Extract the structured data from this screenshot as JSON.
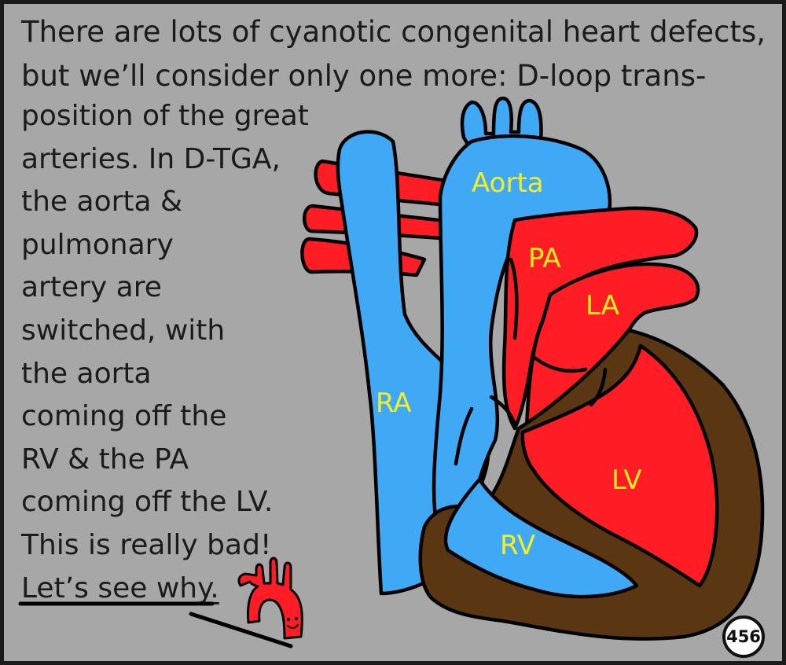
{
  "text": {
    "intro_lines": [
      "There are lots of cyanotic congenital heart defects,",
      "but we’ll consider only one more: D-loop trans-"
    ],
    "body_lines": [
      "position of the great",
      "arteries. In D-TGA,",
      "the aorta &",
      "pulmonary",
      "artery are",
      "switched, with",
      "the aorta",
      "coming off the",
      "RV & the PA",
      "coming off the LV.",
      "This is really bad!",
      "Let’s see why."
    ]
  },
  "labels": {
    "aorta": "Aorta",
    "pa": "PA",
    "la": "LA",
    "ra": "RA",
    "lv": "LV",
    "rv": "RV"
  },
  "page_number": "456",
  "colors": {
    "background": "#a7a7a7",
    "deoxygenated_blue": "#3fa9f5",
    "oxygenated_red": "#ff1d25",
    "myocardium_brown": "#5a3712",
    "label_yellow": "#f6ee23",
    "outline": "#000000"
  }
}
